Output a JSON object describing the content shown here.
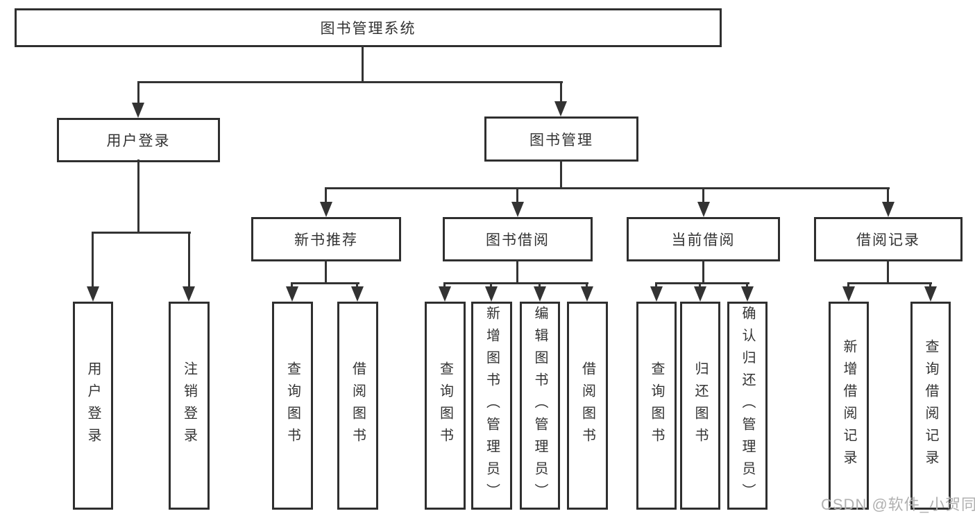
{
  "diagram": {
    "title": "图书管理系统",
    "level2": [
      {
        "label": "用户登录"
      },
      {
        "label": "图书管理"
      }
    ],
    "level3": [
      {
        "label": "新书推荐"
      },
      {
        "label": "图书借阅"
      },
      {
        "label": "当前借阅"
      },
      {
        "label": "借阅记录"
      }
    ],
    "leaves": {
      "user_login": [
        "用户登录",
        "注销登录"
      ],
      "new_books": [
        "查询图书",
        "借阅图书"
      ],
      "book_borrow": [
        "查询图书",
        "新增图书（管理员）",
        "编辑图书（管理员）",
        "借阅图书"
      ],
      "current_borrow": [
        "查询图书",
        "归还图书",
        "确认归还（管理员）"
      ],
      "borrow_records": [
        "新增借阅记录",
        "查询借阅记录"
      ]
    }
  },
  "watermark": "CSDN @软件_小贺同学",
  "colors": {
    "line": "#333333",
    "border": "#2f2f2f",
    "text": "#333333",
    "background": "#ffffff",
    "watermark": "#b0b0b0"
  }
}
